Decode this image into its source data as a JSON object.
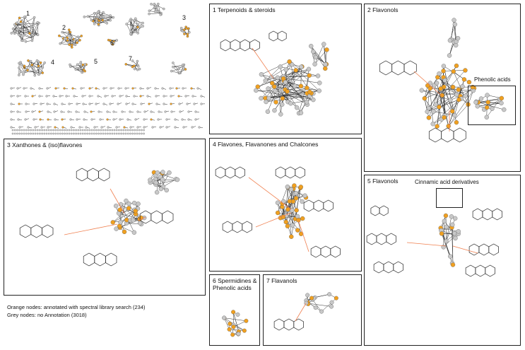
{
  "overview": {
    "cluster_numbers": [
      "1",
      "2",
      "3",
      "4",
      "5",
      "6",
      "7"
    ]
  },
  "panels": [
    {
      "id": "p1",
      "title": "1 Terpenoids & steroids"
    },
    {
      "id": "p2",
      "title": "2 Flavonols",
      "subbox_label": "Phenolic acids"
    },
    {
      "id": "p3",
      "title": "3 Xanthones & (iso)flavones"
    },
    {
      "id": "p4",
      "title": "4 Flavones, Flavanones and Chalcones"
    },
    {
      "id": "p5",
      "title": "5 Flavonols",
      "subbox_label": "Cinnamic acid derivatives"
    },
    {
      "id": "p6",
      "title": "6 Spermidines & Phenolic acids"
    },
    {
      "id": "p7",
      "title": "7 Flavanols"
    }
  ],
  "legend": {
    "orange": "Orange nodes: annotated with spectral library search (234)",
    "grey": "Grey nodes: no Annotation (3018)"
  },
  "colors": {
    "annotated": "#f0a020",
    "unannotated": "#c8c8c8",
    "edge": "#333333",
    "link": "#f08050"
  }
}
